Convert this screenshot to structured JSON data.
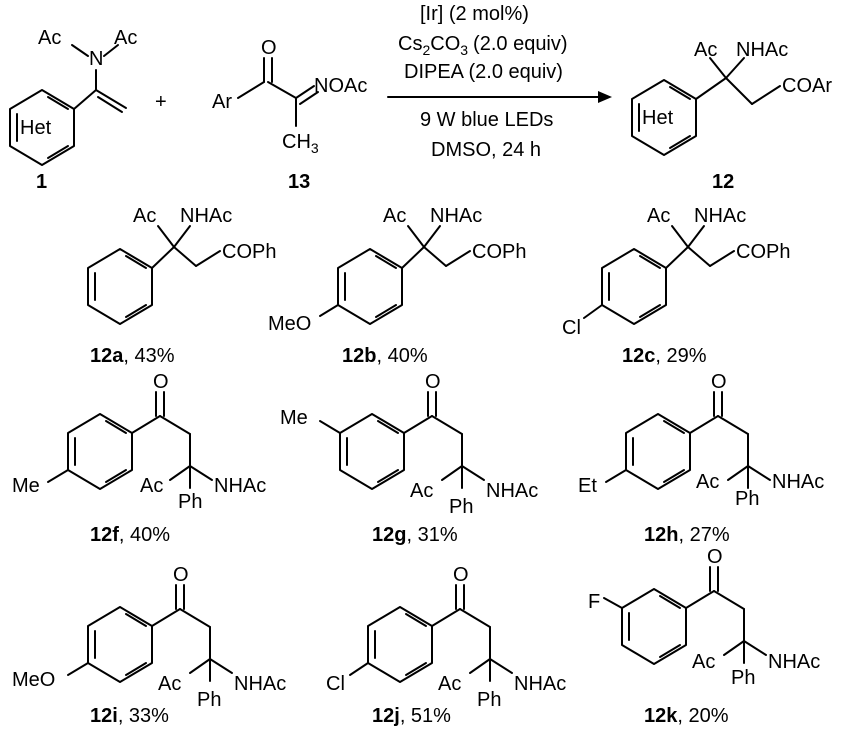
{
  "scheme": {
    "reactant1": {
      "label": "1",
      "group1": "Ac",
      "group2": "Ac",
      "atomN": "N",
      "ring": "Het"
    },
    "plus": "+",
    "reactant2": {
      "label": "13",
      "aryl": "Ar",
      "oxygen": "O",
      "oxime": "NOAc",
      "methyl": "CH",
      "methyl_sub": "3"
    },
    "conditions": {
      "above": [
        "[Ir] (2 mol%)",
        "Cs",
        "CO",
        "(2.0 equiv)",
        "DIPEA (2.0 equiv)"
      ],
      "cs_sub": "2",
      "co_sub": "3",
      "below": [
        "9 W blue LEDs",
        "DMSO, 24 h"
      ]
    },
    "product": {
      "label": "12",
      "acyl": "Ac",
      "amide": "NHAc",
      "ketone": "COAr",
      "ring": "Het"
    },
    "substrates": [
      {
        "id": "12a",
        "yield": ", 43%",
        "sub": "",
        "top": [
          "Ac",
          "NHAc"
        ],
        "right": "COPh"
      },
      {
        "id": "12b",
        "yield": ", 40%",
        "sub": "MeO",
        "top": [
          "Ac",
          "NHAc"
        ],
        "right": "COPh"
      },
      {
        "id": "12c",
        "yield": ", 29%",
        "sub": "Cl",
        "top": [
          "Ac",
          "NHAc"
        ],
        "right": "COPh"
      },
      {
        "id": "12f",
        "yield": ", 40%",
        "sub": "Me",
        "bottom": [
          "Ac",
          "Ph",
          "NHAc"
        ],
        "oxygen": "O"
      },
      {
        "id": "12g",
        "yield": ", 31%",
        "sub": "Me",
        "bottom": [
          "Ac",
          "Ph",
          "NHAc"
        ],
        "oxygen": "O"
      },
      {
        "id": "12h",
        "yield": ", 27%",
        "sub": "Et",
        "bottom": [
          "Ac",
          "Ph",
          "NHAc"
        ],
        "oxygen": "O"
      },
      {
        "id": "12i",
        "yield": ", 33%",
        "sub": "MeO",
        "bottom": [
          "Ac",
          "Ph",
          "NHAc"
        ],
        "oxygen": "O"
      },
      {
        "id": "12j",
        "yield": ", 51%",
        "sub": "Cl",
        "bottom": [
          "Ac",
          "Ph",
          "NHAc"
        ],
        "oxygen": "O"
      },
      {
        "id": "12k",
        "yield": ", 20%",
        "sub": "F",
        "bottom": [
          "Ac",
          "Ph",
          "NHAc"
        ],
        "oxygen": "O"
      }
    ]
  }
}
